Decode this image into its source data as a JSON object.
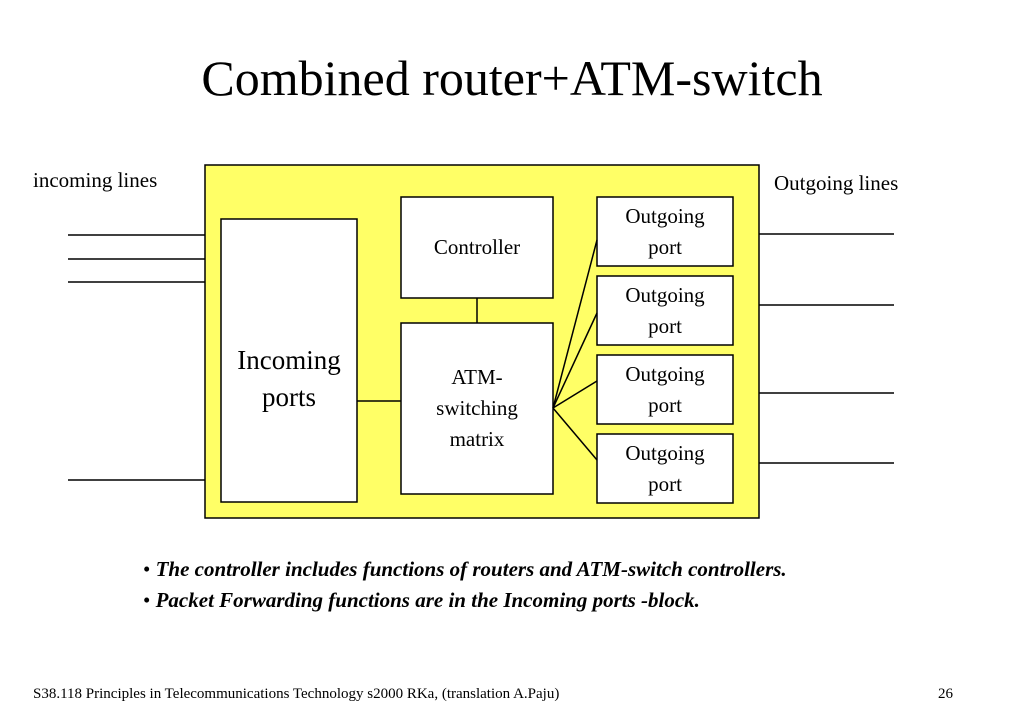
{
  "slide": {
    "title": "Combined router+ATM-switch",
    "incoming_lines_label": "incoming lines",
    "outgoing_lines_label": "Outgoing lines"
  },
  "diagram": {
    "incoming_ports": [
      "Incoming",
      "ports"
    ],
    "controller": "Controller",
    "switching_matrix": [
      "ATM-",
      "switching",
      "matrix"
    ],
    "outgoing_ports": [
      [
        "Outgoing",
        "port"
      ],
      [
        "Outgoing",
        "port"
      ],
      [
        "Outgoing",
        "port"
      ],
      [
        "Outgoing",
        "port"
      ]
    ],
    "colors": {
      "frame_fill": "#ffff66",
      "box_fill": "#ffffff",
      "line": "#000000"
    }
  },
  "bullets": [
    "The controller includes functions of routers and ATM-switch controllers.",
    "Packet Forwarding functions are in the Incoming ports -block."
  ],
  "bullet_symbol": "•",
  "footer": {
    "course": "S38.118 Principles in Telecommunications Technology s2000 RKa,  (translation A.Paju)",
    "page_number": "26"
  }
}
